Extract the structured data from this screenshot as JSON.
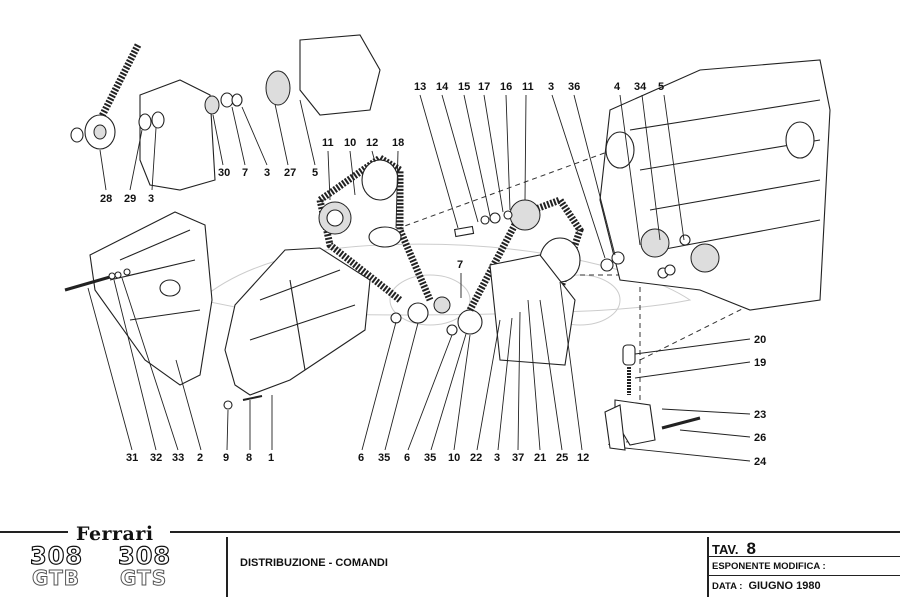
{
  "diagram": {
    "callouts_top": [
      "13",
      "14",
      "15",
      "17",
      "16",
      "11",
      "3",
      "36",
      "4",
      "34",
      "5"
    ],
    "callouts_upper_left": [
      "28",
      "29",
      "3",
      "30",
      "7",
      "3",
      "27",
      "5"
    ],
    "callouts_mid": [
      "11",
      "10",
      "12",
      "18",
      "7"
    ],
    "callouts_bottom_left": [
      "31",
      "32",
      "33",
      "2",
      "9",
      "8",
      "1"
    ],
    "callouts_bottom_center": [
      "6",
      "35",
      "6",
      "35",
      "10",
      "22",
      "3",
      "37",
      "21",
      "25",
      "12"
    ],
    "callouts_right": [
      "20",
      "19",
      "23",
      "26",
      "24"
    ]
  },
  "titleblock": {
    "brand": "Ferrari",
    "models": [
      {
        "number": "308",
        "variant": "GTB"
      },
      {
        "number": "308",
        "variant": "GTS"
      }
    ],
    "title": "DISTRIBUZIONE - COMANDI",
    "tav_label": "TAV.",
    "tav_number": "8",
    "esponente_label": "ESPONENTE MODIFICA :",
    "esponente_value": "",
    "data_label": "DATA :",
    "data_value": "GIUGNO 1980"
  }
}
